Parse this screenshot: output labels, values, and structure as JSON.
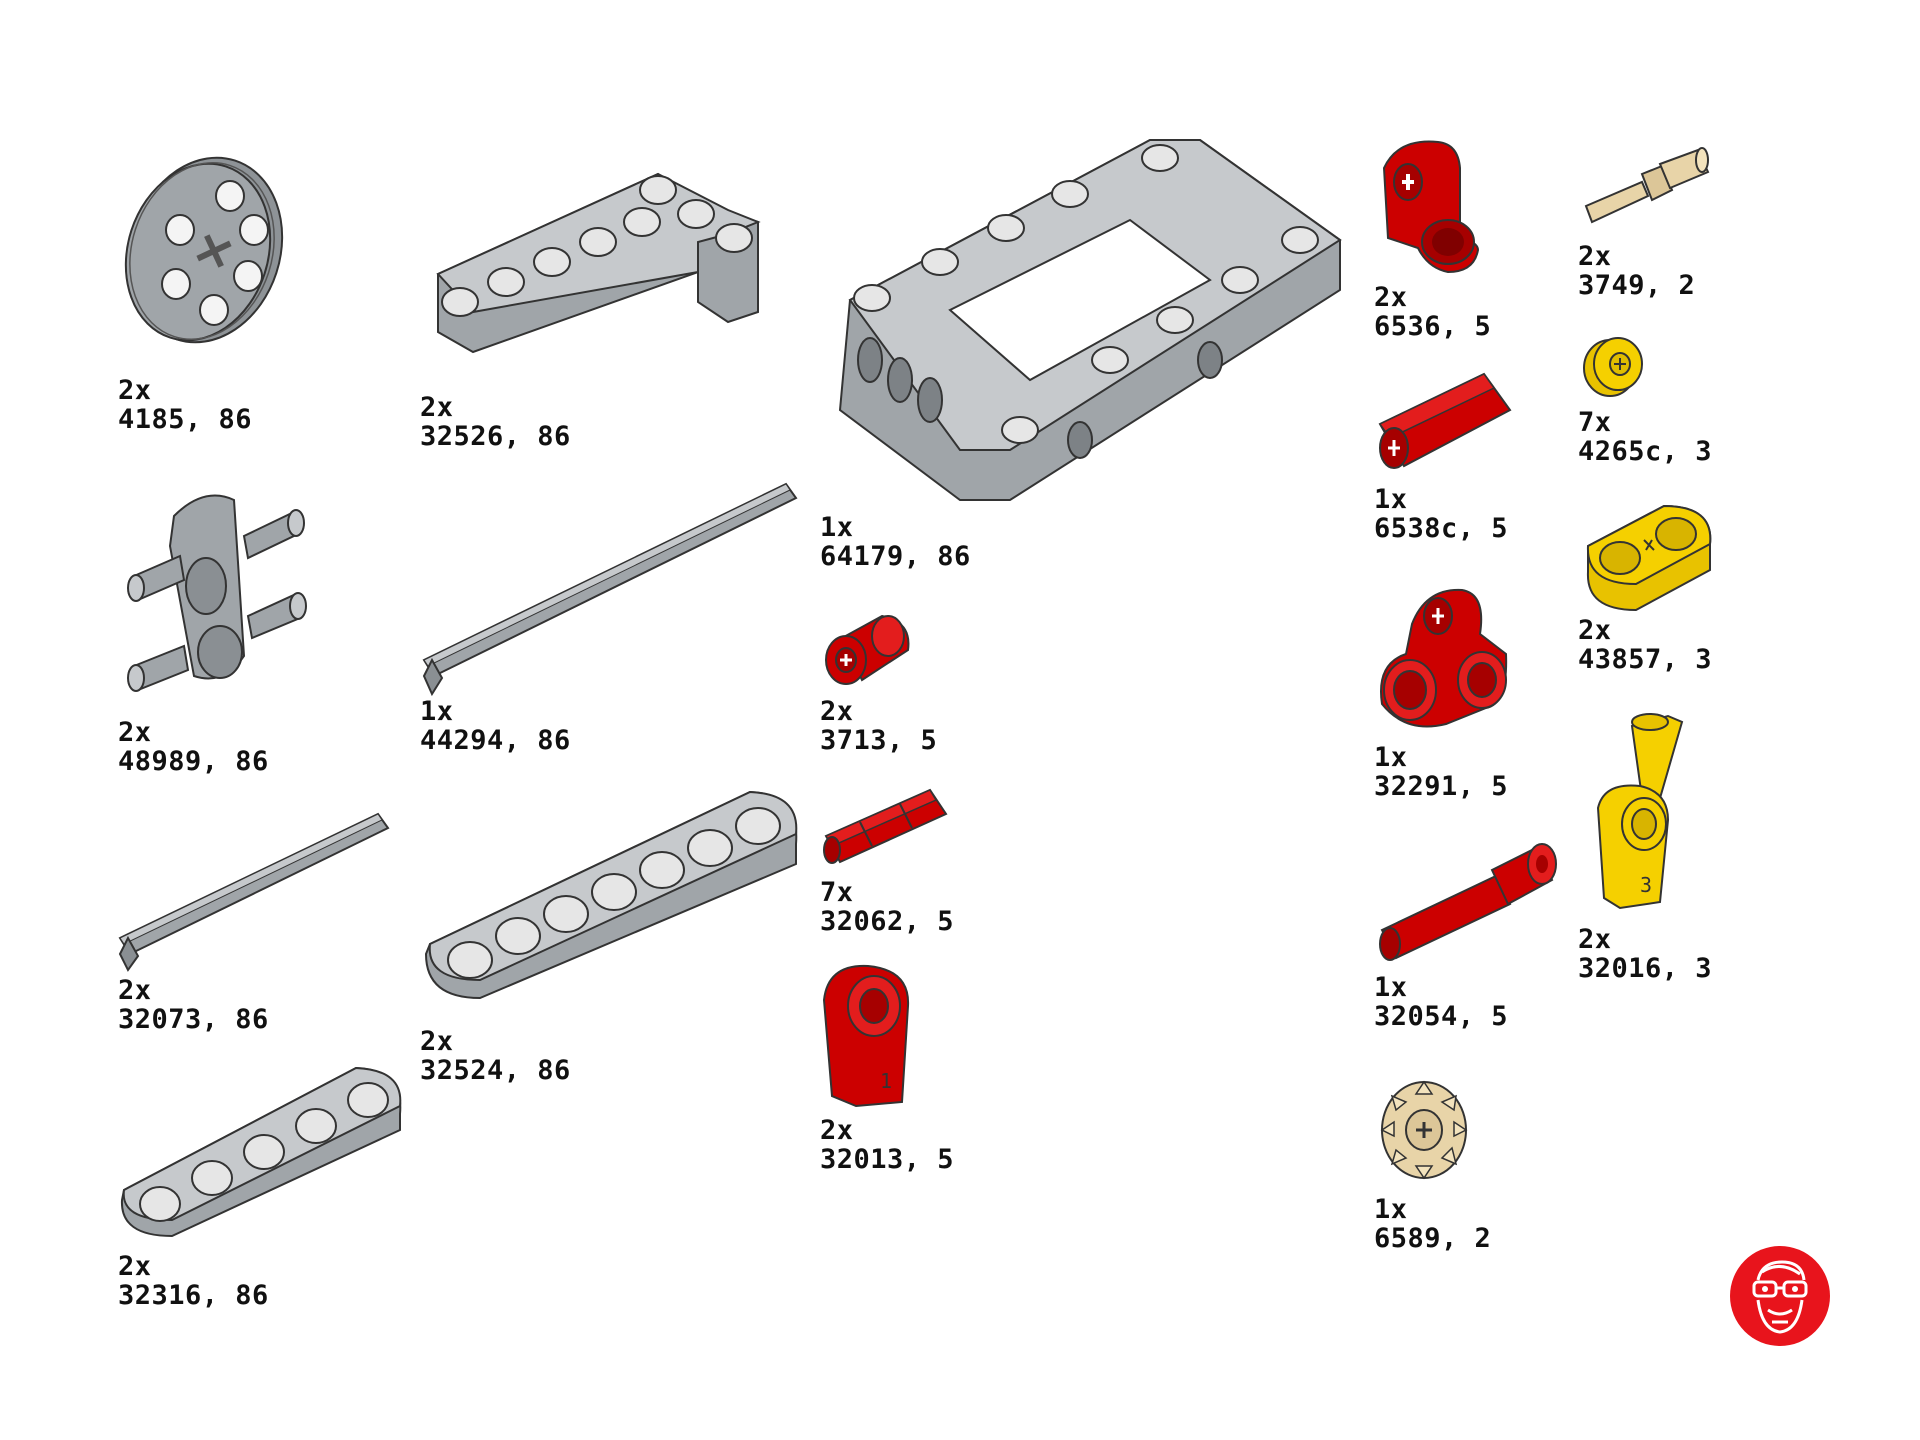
{
  "inventory": {
    "parts": [
      {
        "id": "p4185",
        "qty": "2x",
        "code": "4185, 86",
        "color": "#a0a5a9"
      },
      {
        "id": "p32526",
        "qty": "2x",
        "code": "32526, 86",
        "color": "#a0a5a9"
      },
      {
        "id": "p64179",
        "qty": "1x",
        "code": "64179, 86",
        "color": "#a0a5a9"
      },
      {
        "id": "p6536",
        "qty": "2x",
        "code": "6536, 5",
        "color": "#cc0000"
      },
      {
        "id": "p3749",
        "qty": "2x",
        "code": "3749, 2",
        "color": "#e8d4a8"
      },
      {
        "id": "p4265c",
        "qty": "7x",
        "code": "4265c, 3",
        "color": "#f5d000"
      },
      {
        "id": "p6538c",
        "qty": "1x",
        "code": "6538c, 5",
        "color": "#cc0000"
      },
      {
        "id": "p48989",
        "qty": "2x",
        "code": "48989, 86",
        "color": "#a0a5a9"
      },
      {
        "id": "p44294",
        "qty": "1x",
        "code": "44294, 86",
        "color": "#a0a5a9"
      },
      {
        "id": "p3713",
        "qty": "2x",
        "code": "3713, 5",
        "color": "#cc0000"
      },
      {
        "id": "p43857",
        "qty": "2x",
        "code": "43857, 3",
        "color": "#f5d000"
      },
      {
        "id": "p32291",
        "qty": "1x",
        "code": "32291, 5",
        "color": "#cc0000"
      },
      {
        "id": "p32062",
        "qty": "7x",
        "code": "32062, 5",
        "color": "#cc0000"
      },
      {
        "id": "p32016",
        "qty": "2x",
        "code": "32016, 3",
        "color": "#f5d000"
      },
      {
        "id": "p32073",
        "qty": "2x",
        "code": "32073, 86",
        "color": "#a0a5a9"
      },
      {
        "id": "p32054",
        "qty": "1x",
        "code": "32054, 5",
        "color": "#cc0000"
      },
      {
        "id": "p32524",
        "qty": "2x",
        "code": "32524, 86",
        "color": "#a0a5a9"
      },
      {
        "id": "p32013",
        "qty": "2x",
        "code": "32013, 5",
        "color": "#cc0000"
      },
      {
        "id": "p6589",
        "qty": "1x",
        "code": "6589, 2",
        "color": "#e8d4a8"
      },
      {
        "id": "p32316",
        "qty": "2x",
        "code": "32316, 86",
        "color": "#a0a5a9"
      }
    ]
  },
  "logo": {
    "icon": "bearded-face-logo-icon",
    "color": "#e8141c"
  }
}
